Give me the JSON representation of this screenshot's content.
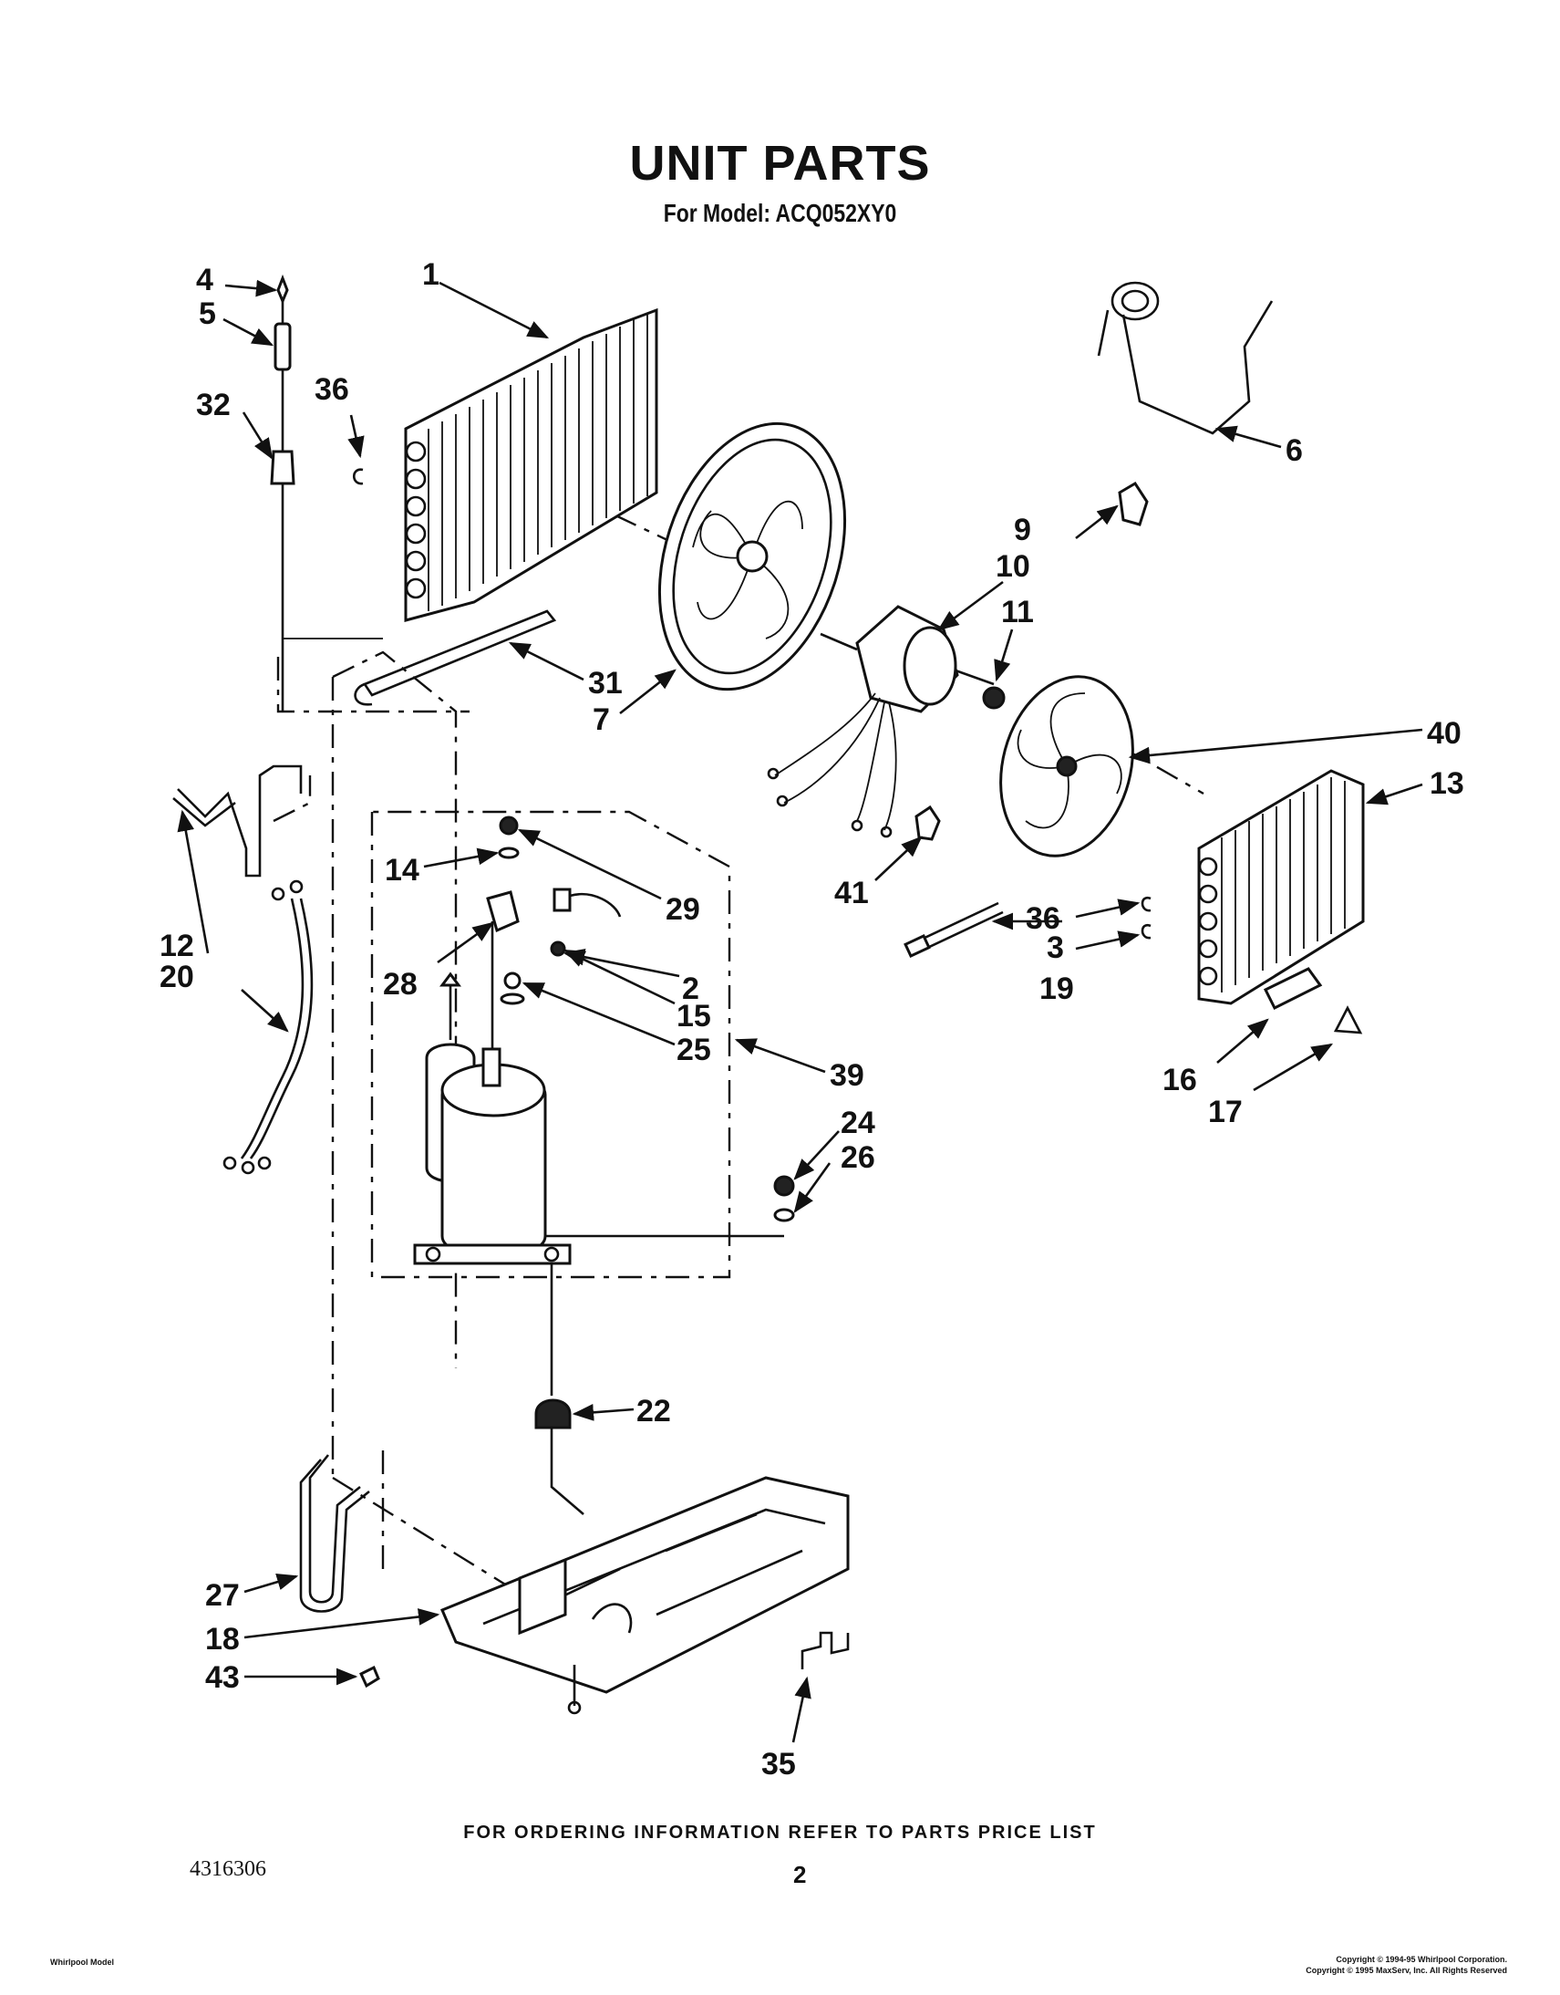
{
  "header": {
    "title": "UNIT PARTS",
    "model_line": "For Model: ACQ052XY0"
  },
  "callouts": [
    "1",
    "2",
    "3",
    "4",
    "5",
    "6",
    "7",
    "9",
    "10",
    "11",
    "12",
    "13",
    "14",
    "15",
    "16",
    "17",
    "18",
    "19",
    "20",
    "22",
    "24",
    "25",
    "26",
    "27",
    "28",
    "29",
    "31",
    "32",
    "35",
    "36",
    "36",
    "39",
    "40",
    "41",
    "43"
  ],
  "footer": {
    "ordering_note": "FOR ORDERING INFORMATION REFER TO PARTS PRICE LIST",
    "document_number": "4316306",
    "page_number": "2",
    "corner_label": "Whirlpool Model",
    "copyright_line_1": "Copyright © 1994-95 Whirlpool Corporation.",
    "copyright_line_2": "Copyright © 1995 MaxServ, Inc.  All Rights Reserved"
  }
}
